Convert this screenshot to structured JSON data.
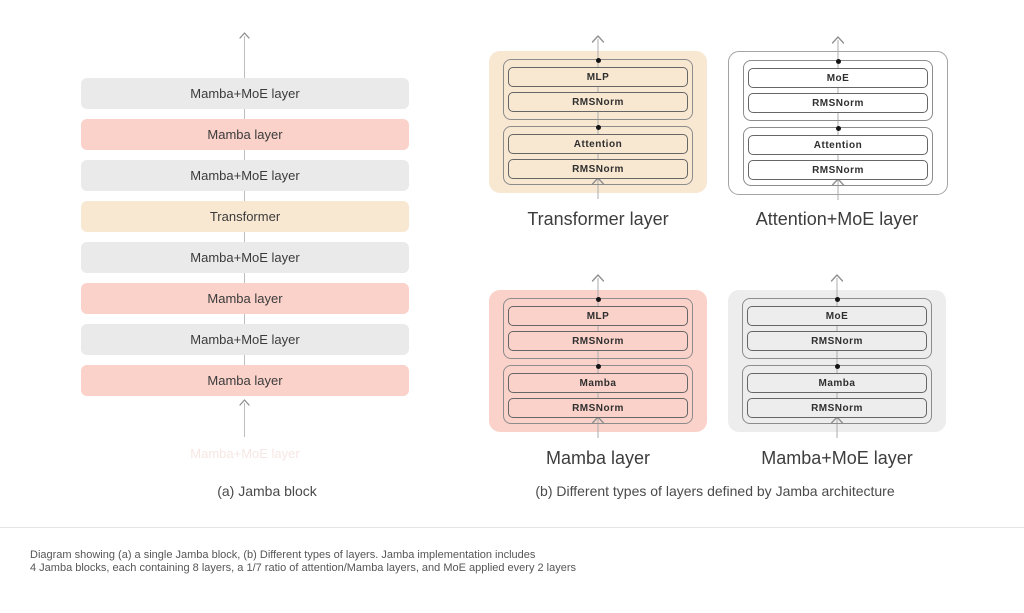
{
  "colors": {
    "mamba_pink": "#FAD2CA",
    "moe_gray": "#EAEAEB",
    "transformer_tan": "#F8E8D2",
    "panel_gray": "#EDEDED",
    "background": "#FFFFFF"
  },
  "jamba_block": {
    "caption": "(a) Jamba block",
    "layers": [
      {
        "label": "Mamba+MoE layer",
        "type": "gray"
      },
      {
        "label": "Mamba layer",
        "type": "pink"
      },
      {
        "label": "Mamba+MoE layer",
        "type": "gray"
      },
      {
        "label": "Transformer",
        "type": "tan"
      },
      {
        "label": "Mamba+MoE layer",
        "type": "gray"
      },
      {
        "label": "Mamba layer",
        "type": "pink"
      },
      {
        "label": "Mamba+MoE layer",
        "type": "gray"
      },
      {
        "label": "Mamba layer",
        "type": "pink"
      }
    ],
    "faded_label": "Mamba+MoE layer"
  },
  "layer_types": {
    "caption": "(b) Different types of layers defined by Jamba architecture",
    "panels": [
      {
        "name": "Transformer layer",
        "type": "tan",
        "boxes": [
          "MLP",
          "RMSNorm",
          "Attention",
          "RMSNorm"
        ]
      },
      {
        "name": "Attention+MoE layer",
        "type": "white",
        "boxes": [
          "MoE",
          "RMSNorm",
          "Attention",
          "RMSNorm"
        ]
      },
      {
        "name": "Mamba layer",
        "type": "pink",
        "boxes": [
          "MLP",
          "RMSNorm",
          "Mamba",
          "RMSNorm"
        ]
      },
      {
        "name": "Mamba+MoE layer",
        "type": "gray",
        "boxes": [
          "MoE",
          "RMSNorm",
          "Mamba",
          "RMSNorm"
        ]
      }
    ]
  },
  "footer": {
    "line1": "Diagram showing (a) a single Jamba block, (b) Different types of layers. Jamba implementation includes",
    "line2": "4 Jamba blocks, each containing 8 layers, a 1/7 ratio of attention/Mamba layers, and MoE applied every 2 layers"
  }
}
